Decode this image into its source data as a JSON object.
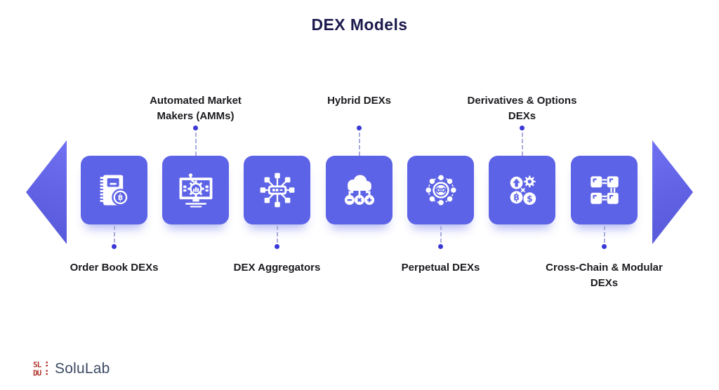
{
  "title": "DEX Models",
  "models": [
    {
      "label": "Order Book DEXs",
      "label_position": "below",
      "icon": "order-book-icon"
    },
    {
      "label": "Automated Market Makers (AMMs)",
      "label_position": "above",
      "icon": "amm-icon"
    },
    {
      "label": "DEX Aggregators",
      "label_position": "below",
      "icon": "dex-aggregator-icon"
    },
    {
      "label": "Hybrid DEXs",
      "label_position": "above",
      "icon": "hybrid-dex-icon"
    },
    {
      "label": "Perpetual DEXs",
      "label_position": "below",
      "icon": "perpetual-dex-icon"
    },
    {
      "label": "Derivatives & Options DEXs",
      "label_position": "above",
      "icon": "derivatives-options-icon"
    },
    {
      "label": "Cross-Chain & Modular DEXs",
      "label_position": "below",
      "icon": "cross-chain-modular-icon"
    }
  ],
  "navigation": {
    "left_arrow": "carousel-left-arrow",
    "right_arrow": "carousel-right-arrow"
  },
  "branding": {
    "logo_text": "SoluLab",
    "logo_icon": "solulab-logo-icon"
  },
  "colors": {
    "tile": "#5d63e6",
    "arrow": "#5d60e0",
    "connector_dot": "#3a38d6",
    "connector_line": "#a9abdf",
    "title_text": "#1c1a4d",
    "label_text": "#1b1b1f",
    "logo_red": "#b0382f",
    "logo_text_color": "#3c4a64",
    "background": "#ffffff"
  }
}
